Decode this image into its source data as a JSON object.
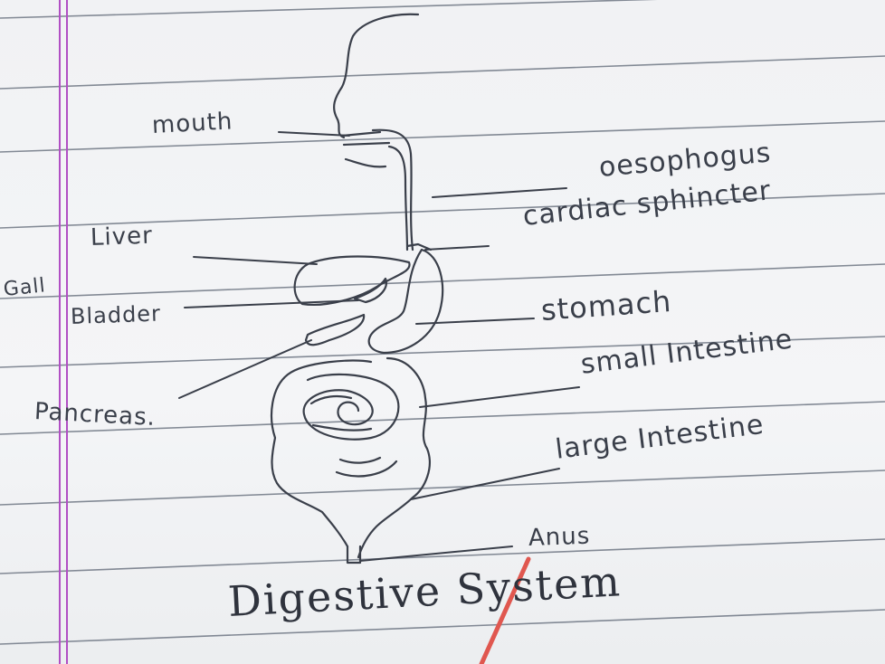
{
  "title": "Digestive System",
  "labels": {
    "mouth": "mouth",
    "oesophagus": "oesophogus",
    "cardiac_sphincter": "cardiac sphincter",
    "liver": "Liver",
    "gall": "Gall",
    "bladder": "Bladder",
    "stomach": "stomach",
    "small_intestine": "small Intestine",
    "pancreas": "Pancreas.",
    "large_intestine": "large Intestine",
    "anus": "Anus"
  },
  "colors": {
    "paper": "#f2f3f5",
    "ruled_line": "#6f7784",
    "margin_line": "#b14fc4",
    "ink": "#3a3f4a",
    "pencil_mark": "#e0574f"
  }
}
